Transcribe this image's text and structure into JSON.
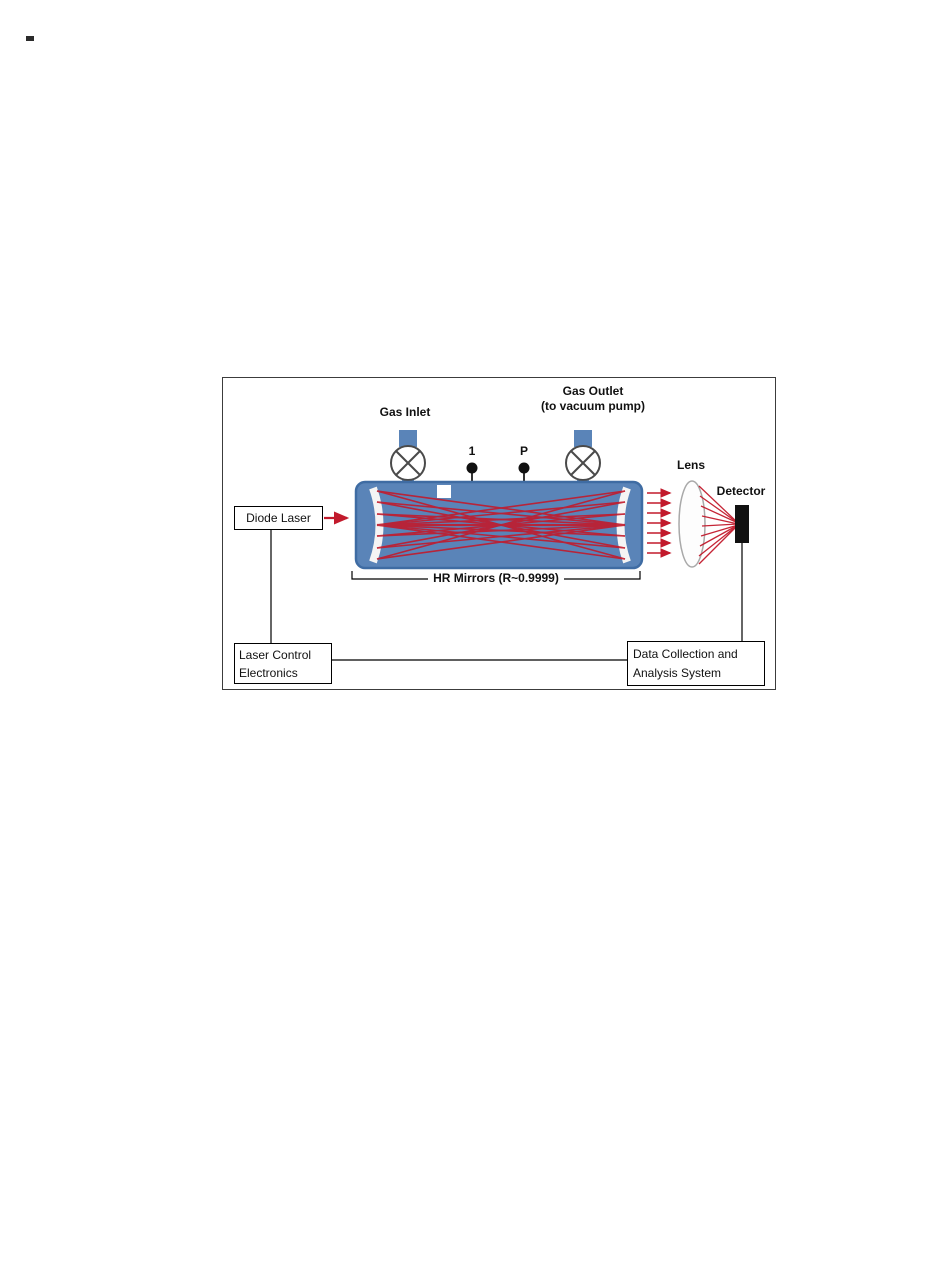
{
  "diagram": {
    "title": "cavity-ring-down-spectroscopy-setup",
    "labels": {
      "gas_inlet": "Gas Inlet",
      "gas_outlet_line1": "Gas Outlet",
      "gas_outlet_line2": "(to vacuum pump)",
      "sensor_1": "1",
      "sensor_p": "P",
      "lens": "Lens",
      "detector": "Detector",
      "hr_mirrors": "HR Mirrors (R~0.9999)"
    },
    "boxes": {
      "diode_laser": "Diode Laser",
      "laser_control_line1": "Laser Control",
      "laser_control_line2": "Electronics",
      "data_collection_line1": "Data Collection and",
      "data_collection_line2": "Analysis System"
    },
    "colors": {
      "cavity_fill": "#5a84b8",
      "cavity_border": "#3f6ca3",
      "beam_red": "#c21a2c",
      "connector": "#000000"
    }
  }
}
